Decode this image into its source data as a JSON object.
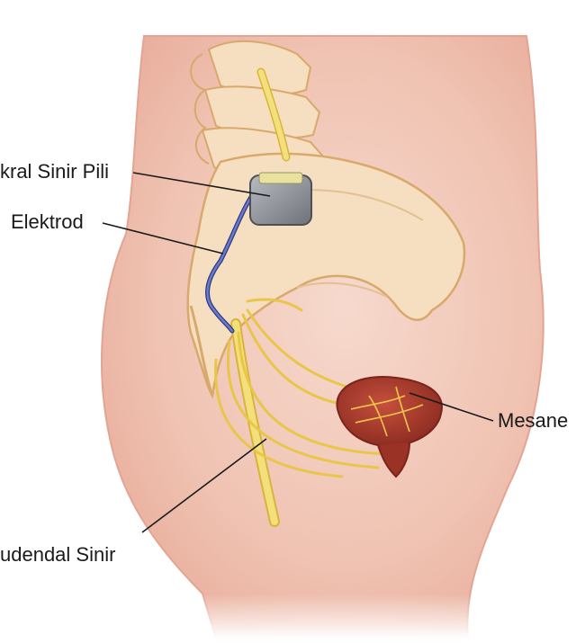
{
  "labels": {
    "battery": "kral Sinir Pili",
    "electrode": "Elektrod",
    "bladder": "Mesane",
    "nerve": "udendal Sinir"
  },
  "colors": {
    "skin": "#f1c4b3",
    "skin_edge": "#e6a695",
    "bone": "#f6dfc0",
    "bone_edge": "#d9a86c",
    "nerve": "#f3e07a",
    "nerve_edge": "#d8b43c",
    "bladder": "#a83a2c",
    "bladder_vein": "#f2c64a",
    "device": "#8c8e96",
    "lead": "#4a5aa8",
    "leader_line": "#1a1a1a"
  }
}
